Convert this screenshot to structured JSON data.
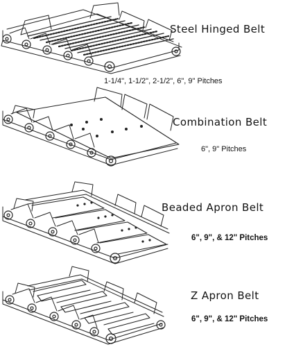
{
  "belts": [
    {
      "title": "Steel Hinged Belt",
      "pitches": "1-1/4\",  1-1/2\",  2-1/2\",    6\",  9\" Pitches"
    },
    {
      "title": "Combination Belt",
      "pitches": "6\",  9\"  Pitches"
    },
    {
      "title": "Beaded Apron Belt",
      "pitches": "6\", 9\", & 12\" Pitches"
    },
    {
      "title": "Z Apron Belt",
      "pitches": "6\", 9\", & 12\" Pitches"
    }
  ]
}
